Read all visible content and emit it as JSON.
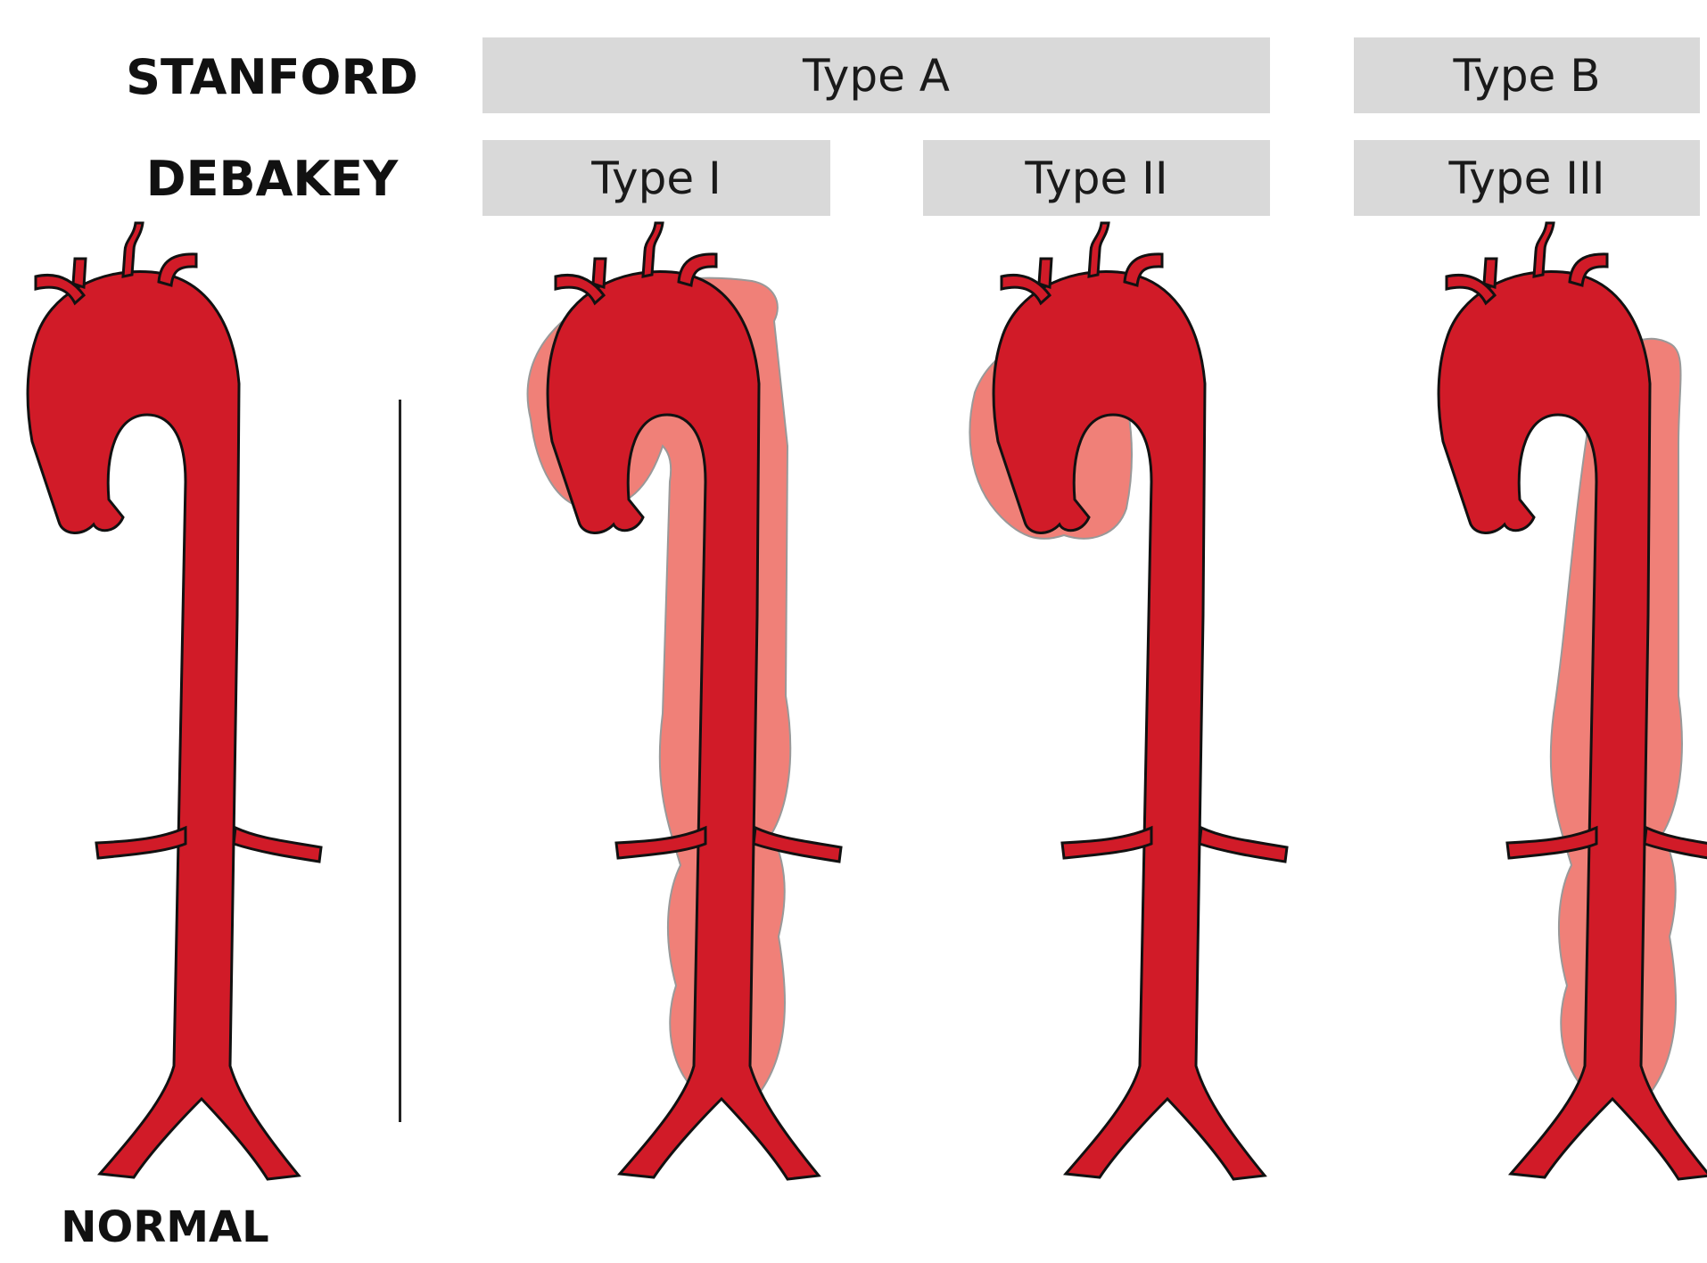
{
  "labels": {
    "stanford": "STANFORD",
    "debakey": "DEBAKEY",
    "normal": "NORMAL"
  },
  "stanford": {
    "type_a": "Type A",
    "type_b": "Type B"
  },
  "debakey": {
    "type_1": "Type I",
    "type_2": "Type II",
    "type_3": "Type III"
  },
  "colors": {
    "aorta": "#d11b28",
    "dissection": "#f08078",
    "header_box": "#d9d9d9",
    "outline": "#111111"
  },
  "figures": [
    {
      "id": "normal",
      "dissection_extent": "none"
    },
    {
      "id": "debakey-type-1",
      "dissection_extent": "ascending + arch + descending"
    },
    {
      "id": "debakey-type-2",
      "dissection_extent": "ascending only"
    },
    {
      "id": "debakey-type-3",
      "dissection_extent": "descending only"
    }
  ]
}
